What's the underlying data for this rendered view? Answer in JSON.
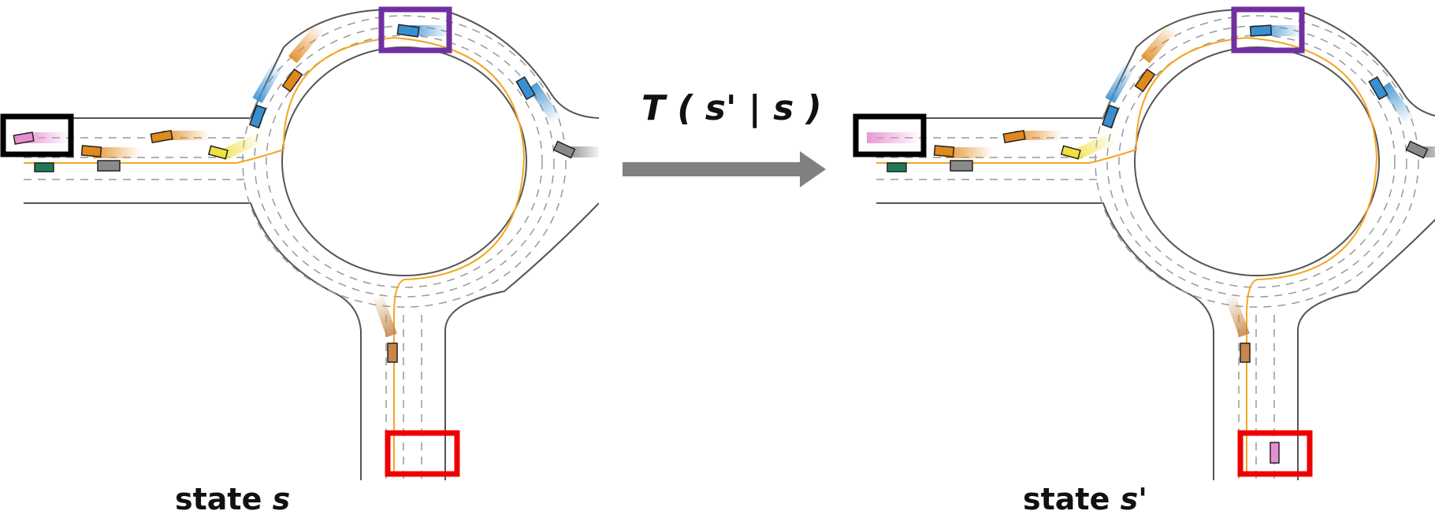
{
  "transition": {
    "label": "T ( s' | s )"
  },
  "states": [
    {
      "id": "left",
      "caption_prefix": "state ",
      "caption_var": "s"
    },
    {
      "id": "right",
      "caption_prefix": "state ",
      "caption_var": "s'"
    }
  ],
  "colors": {
    "road_edge": "#555555",
    "lane_dash": "#999999",
    "route_line": "#f5a623",
    "arrow": "#808080",
    "box_ego": "#000000",
    "box_goal": "#ee0000",
    "box_target": "#7030a0",
    "vehicle_pink": "#e58fd0",
    "vehicle_orange": "#e08a1e",
    "vehicle_blue": "#3a8fd0",
    "vehicle_gray": "#8a8a8a",
    "vehicle_yellow": "#f0e040",
    "vehicle_green": "#1f7a5a",
    "vehicle_brown": "#c8874a"
  }
}
